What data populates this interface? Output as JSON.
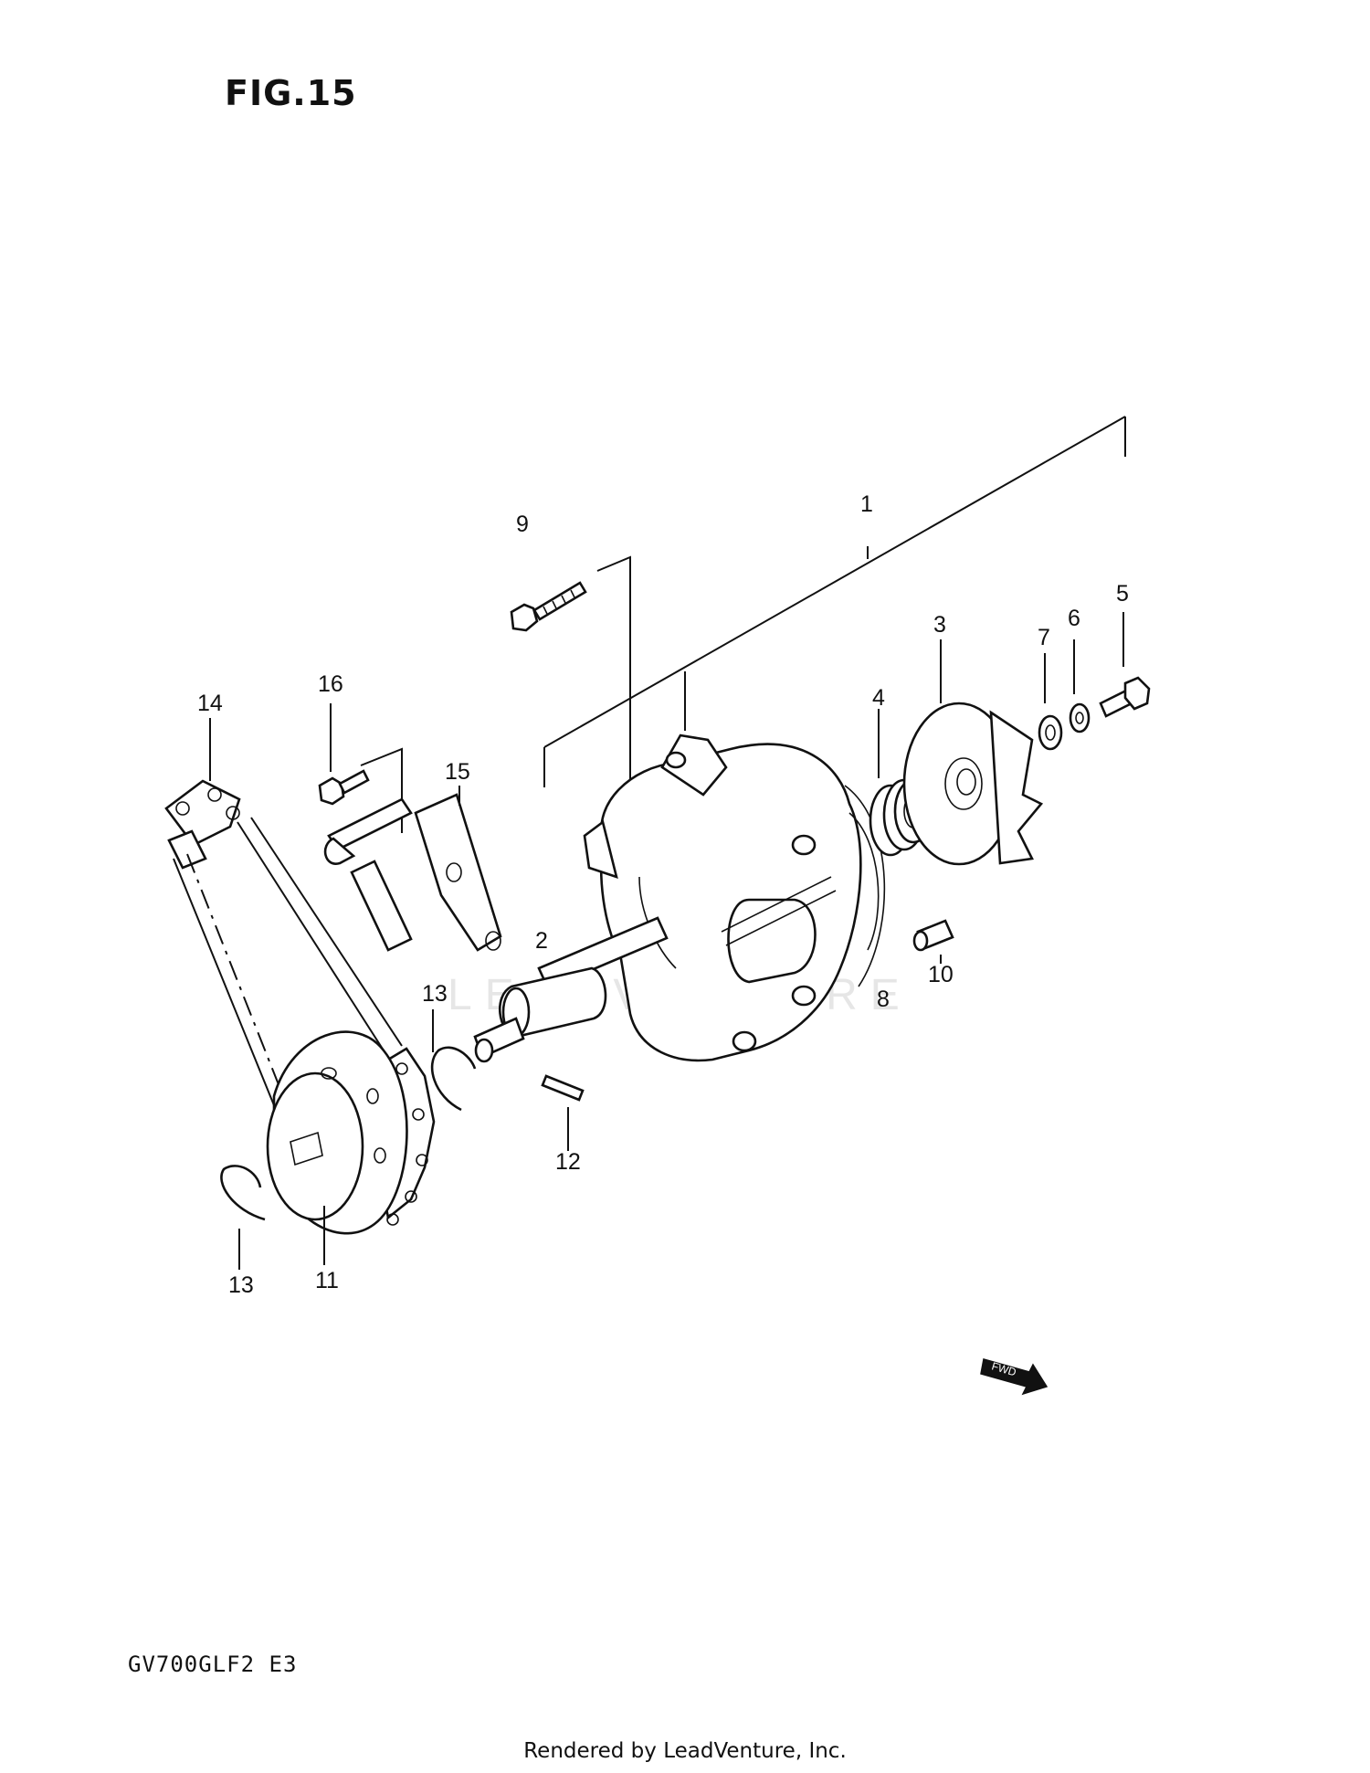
{
  "figure": {
    "title": "FIG.15",
    "model_code": "GV700GLF2  E3",
    "footer": "Rendered by LeadVenture, Inc.",
    "watermark": "LEADVENTURE",
    "fwd_label": "FWD"
  },
  "callouts": [
    {
      "id": "1",
      "label": "1"
    },
    {
      "id": "2",
      "label": "2"
    },
    {
      "id": "3",
      "label": "3"
    },
    {
      "id": "4",
      "label": "4"
    },
    {
      "id": "5",
      "label": "5"
    },
    {
      "id": "6",
      "label": "6"
    },
    {
      "id": "7",
      "label": "7"
    },
    {
      "id": "8",
      "label": "8"
    },
    {
      "id": "9",
      "label": "9"
    },
    {
      "id": "10",
      "label": "10"
    },
    {
      "id": "11",
      "label": "11"
    },
    {
      "id": "12",
      "label": "12"
    },
    {
      "id": "13a",
      "label": "13"
    },
    {
      "id": "13b",
      "label": "13"
    },
    {
      "id": "14",
      "label": "14"
    },
    {
      "id": "15",
      "label": "15"
    },
    {
      "id": "16",
      "label": "16"
    }
  ]
}
